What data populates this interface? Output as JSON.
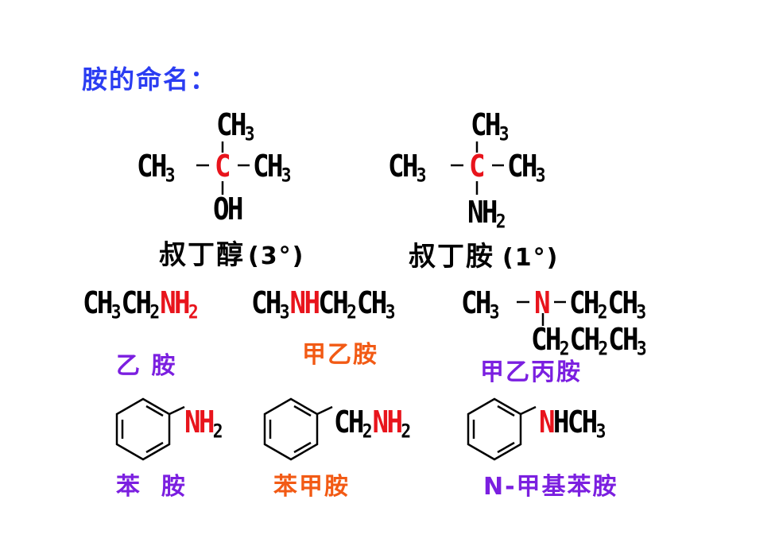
{
  "slide": {
    "title": "胺的命名：",
    "colors": {
      "title": "#2b3df2",
      "highlight": "#e8141c",
      "purple": "#7b1fe0",
      "orange": "#f25a14"
    },
    "tert_butanol": {
      "top": "CH",
      "top_sub": "3",
      "left": "CH",
      "left_sub": "3",
      "center": "C",
      "right": "CH",
      "right_sub": "3",
      "bottom": "OH",
      "name": "叔丁醇",
      "class": "(3°)"
    },
    "tert_butylamine": {
      "top": "CH",
      "top_sub": "3",
      "left": "CH",
      "left_sub": "3",
      "center": "C",
      "right": "CH",
      "right_sub": "3",
      "bottom": "NH",
      "bottom_sub": "2",
      "name": "叔丁胺",
      "class": "(1°)"
    },
    "ethylamine": {
      "p1": "CH",
      "s1": "3",
      "p2": "CH",
      "s2": "2",
      "n": "NH",
      "ns": "2",
      "name": "乙 胺"
    },
    "methylethylamine": {
      "p1": "CH",
      "s1": "3",
      "n": "NH",
      "p2": "CH",
      "s2": "2",
      "p3": "CH",
      "s3": "3",
      "name": "甲乙胺"
    },
    "methylethylpropylamine": {
      "p1": "CH",
      "s1": "3",
      "n": "N",
      "r1": "CH",
      "r1s": "2",
      "r2": "CH",
      "r2s": "3",
      "b1": "CH",
      "b1s": "2",
      "b2": "CH",
      "b2s": "2",
      "b3": "CH",
      "b3s": "3",
      "name": "甲乙丙胺"
    },
    "aniline": {
      "n": "NH",
      "ns": "2",
      "name": "苯  胺"
    },
    "benzylamine": {
      "p1": "CH",
      "s1": "2",
      "n": "NH",
      "ns": "2",
      "name": "苯甲胺"
    },
    "n_methylaniline": {
      "n": "N",
      "rest": "HCH",
      "rs": "3",
      "name": "N-甲基苯胺"
    }
  }
}
